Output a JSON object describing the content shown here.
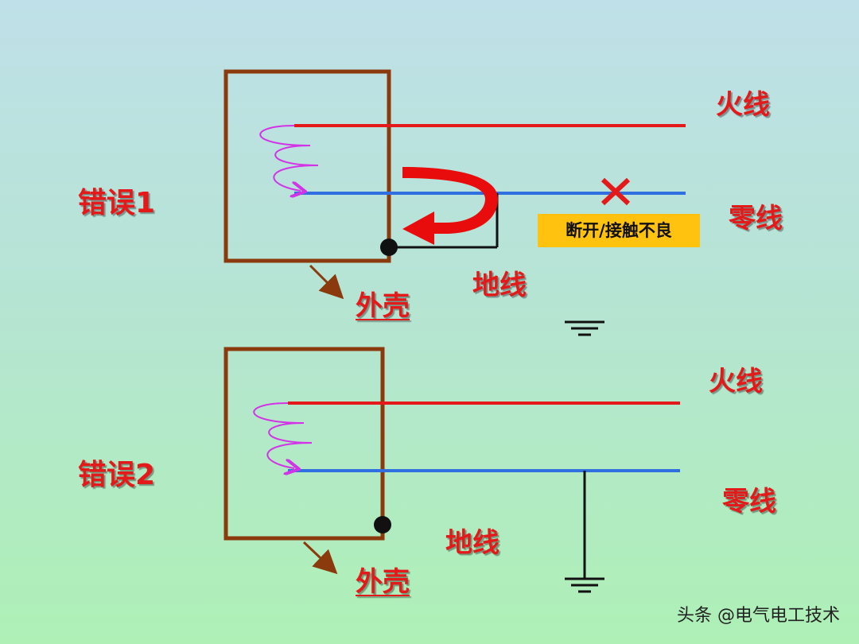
{
  "panel1": {
    "title": "错误1",
    "live_label": "火线",
    "neutral_label": "零线",
    "ground_label": "地线",
    "shell_label": "外壳",
    "fault_note": "断开/接触不良"
  },
  "panel2": {
    "title": "错误2",
    "live_label": "火线",
    "neutral_label": "零线",
    "ground_label": "地线",
    "shell_label": "外壳"
  },
  "watermark": "头条 @电气电工技术",
  "colors": {
    "live": "#e41a1a",
    "neutral": "#2f6fe0",
    "enclosure": "#8b3a0e",
    "coil": "#d233e6",
    "label": "#e41a1a",
    "note_bg": "#ffc20e"
  }
}
